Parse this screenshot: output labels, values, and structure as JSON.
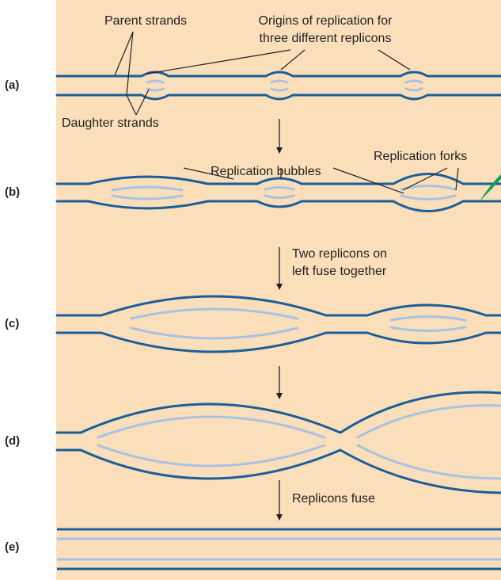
{
  "steps": [
    "(a)",
    "(b)",
    "(c)",
    "(d)",
    "(e)"
  ],
  "labels": {
    "parent_strands": "Parent strands",
    "origins_line1": "Origins of replication for",
    "origins_line2": "three different replicons",
    "daughter_strands": "Daughter strands",
    "replication_bubbles": "Replication bubbles",
    "replication_forks": "Replication forks",
    "two_replicons_line1": "Two replicons on",
    "two_replicons_line2": "left fuse together",
    "replicons_fuse": "Replicons fuse"
  },
  "colors": {
    "background": "#fbdfbb",
    "parent_strand": "#1a5f9a",
    "daughter_strand": "#a9c2e2",
    "accent_wedge": "#1a9c5b",
    "text": "#231f20"
  }
}
